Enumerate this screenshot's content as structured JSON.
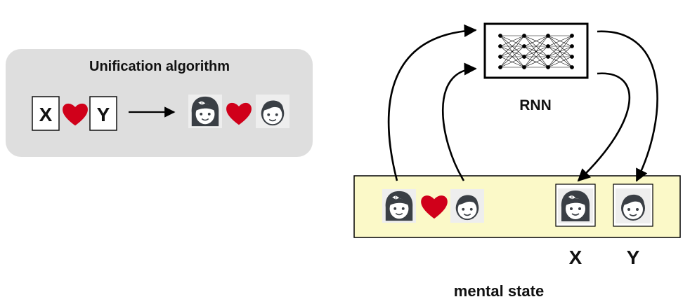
{
  "unification": {
    "title": "Unification algorithm",
    "var_x": "X",
    "var_y": "Y"
  },
  "rnn": {
    "label": "RNN"
  },
  "mental_state": {
    "label": "mental state",
    "slot_x_label": "X",
    "slot_y_label": "Y"
  },
  "icons": [
    "girl-face-icon",
    "heart-icon",
    "boy-face-icon"
  ],
  "colors": {
    "panel_bg": "#dedede",
    "state_bg": "#fbf9c8",
    "heart": "#d0001a",
    "face_dark": "#3a3f45",
    "face_bg": "#eeeeee"
  }
}
